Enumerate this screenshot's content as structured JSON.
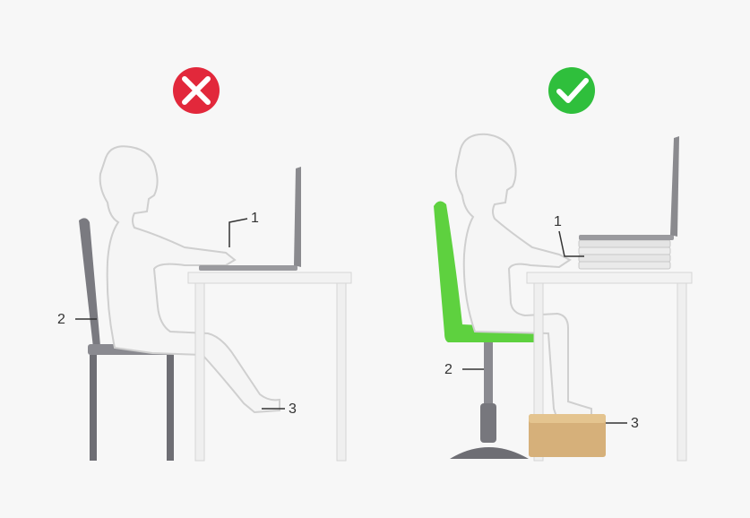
{
  "panels": {
    "incorrect": {
      "status_icon": "x-mark-icon",
      "status_color": "#e2283b",
      "chair_color": "#7a7a80",
      "callouts": {
        "laptop": "1",
        "chair": "2",
        "feet": "3"
      }
    },
    "correct": {
      "status_icon": "check-mark-icon",
      "status_color": "#2fbf3c",
      "chair_color": "#5ed13f",
      "footrest_color": "#d6b07a",
      "callouts": {
        "laptop": "1",
        "chair": "2",
        "footrest": "3"
      }
    }
  },
  "colors": {
    "desk": "#f2f2f2",
    "desk_outline": "#d5d5d5",
    "figure_outline": "#cfcfcf",
    "laptop": "#8a8a8e",
    "books": "#e6e6e6"
  }
}
